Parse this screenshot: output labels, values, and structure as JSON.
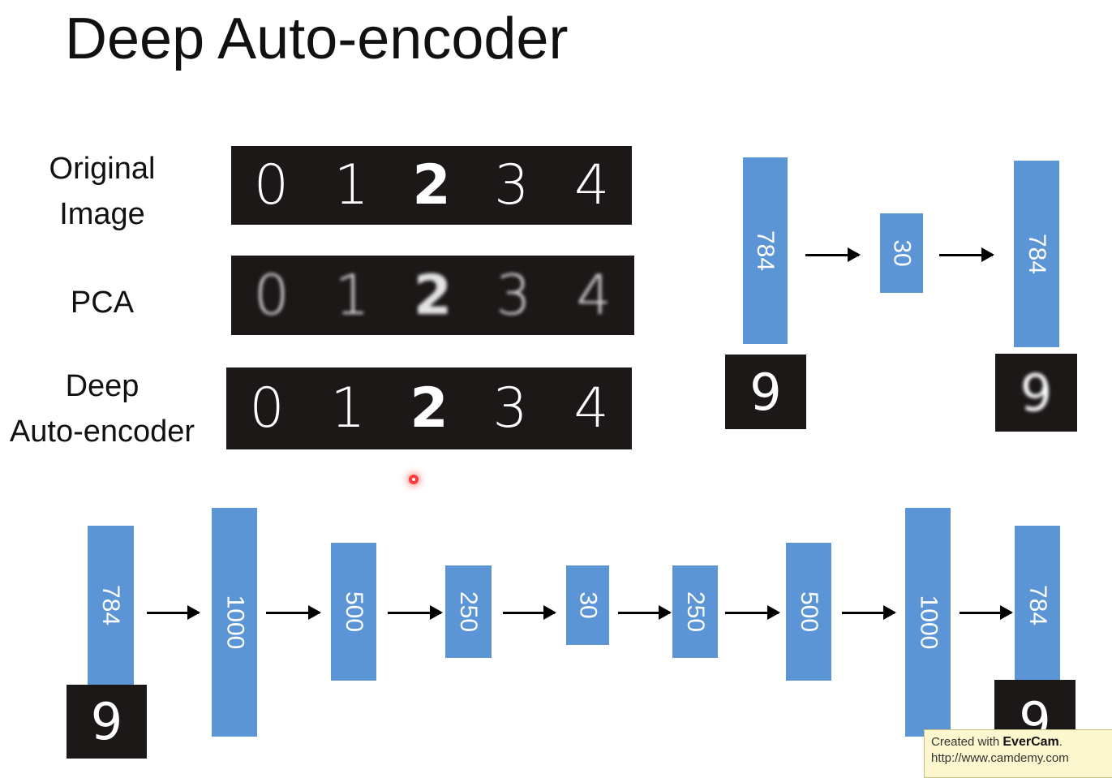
{
  "slide": {
    "title": "Deep Auto-encoder"
  },
  "comparison": {
    "rows": [
      {
        "label_lines": [
          "Original",
          "Image"
        ],
        "digits": [
          "0",
          "1",
          "2",
          "3",
          "4"
        ]
      },
      {
        "label_lines": [
          "PCA"
        ],
        "digits": [
          "0",
          "1",
          "2",
          "3",
          "4"
        ]
      },
      {
        "label_lines": [
          "Deep",
          "Auto-encoder"
        ],
        "digits": [
          "0",
          "1",
          "2",
          "3",
          "4"
        ]
      }
    ]
  },
  "pca_network": {
    "layers": [
      "784",
      "30",
      "784"
    ],
    "input_digit": "9",
    "output_digit": "9"
  },
  "deep_network": {
    "layers": [
      "784",
      "1000",
      "500",
      "250",
      "30",
      "250",
      "500",
      "1000",
      "784"
    ],
    "input_digit": "9",
    "output_digit": "9"
  },
  "colors": {
    "layer_fill": "#5b95d6",
    "image_background": "#1c1818",
    "pointer": "#ff3a3a"
  },
  "watermark": {
    "prefix": "Created with ",
    "brand": "EverCam",
    "suffix": ".",
    "url": "http://www.camdemy.com"
  }
}
